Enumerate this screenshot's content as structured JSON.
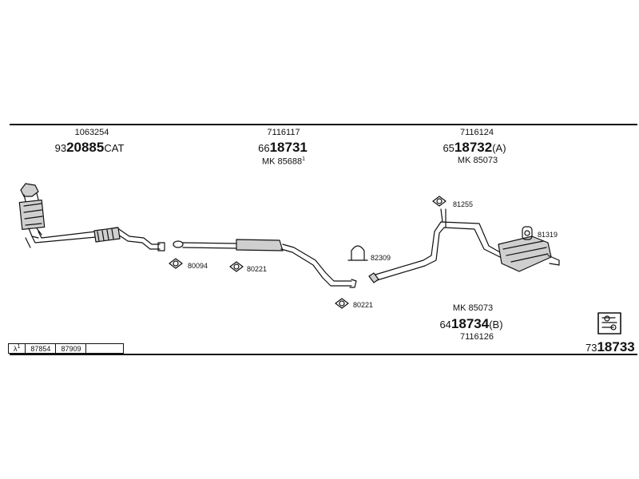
{
  "parts": {
    "catalyst": {
      "top": "1063254",
      "prefix": "93",
      "number": "20885",
      "suffix": "CAT"
    },
    "front_pipe": {
      "top": "7116117",
      "prefix": "66",
      "number": "18731",
      "kit": "MK 85688",
      "kit_sup": "1"
    },
    "rear_muffler": {
      "top": "7116124",
      "prefix": "65",
      "number": "18732",
      "suffix": "(A)",
      "kit": "MK 85073"
    },
    "middle_b": {
      "kit": "MK 85073",
      "prefix": "64",
      "number": "18734",
      "suffix": "(B)",
      "bottom": "7116126"
    },
    "kit_total": {
      "prefix": "73",
      "number": "18733"
    }
  },
  "accessories": {
    "gasket_1": "80094",
    "gasket_2": "80221",
    "gasket_3": "80221",
    "clamp": "82309",
    "hanger_1": "81255",
    "hanger_2": "81319"
  },
  "lambda_table": {
    "symbol": "λ",
    "sup": "1",
    "cells": [
      "87854",
      "87909"
    ]
  },
  "colors": {
    "line": "#111111",
    "fill": "#cfcfcf",
    "background": "#ffffff"
  }
}
